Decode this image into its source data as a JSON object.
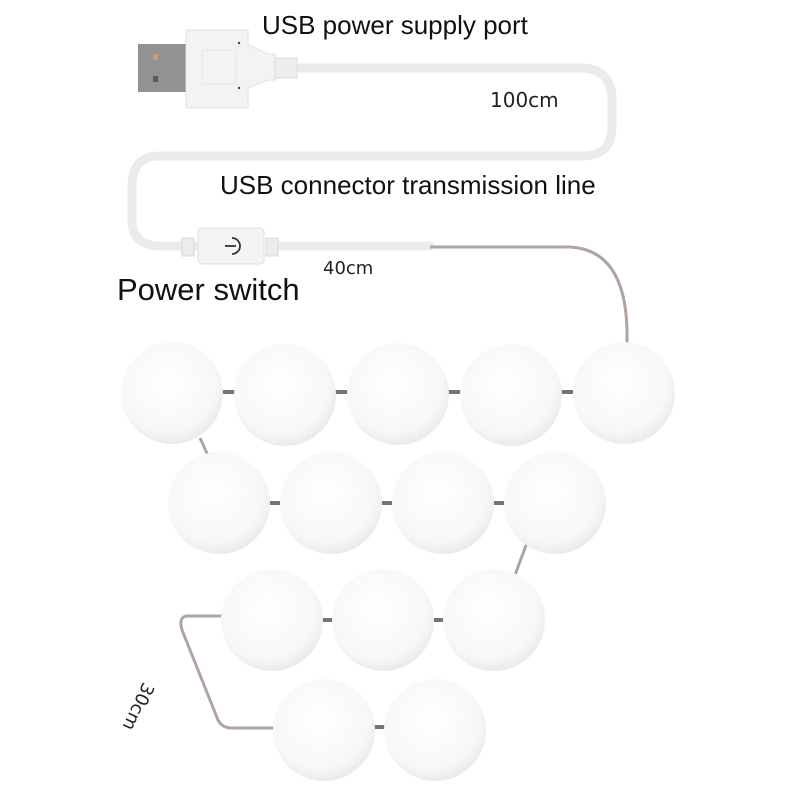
{
  "labels": {
    "usb_port": "USB power supply port",
    "length_100": "100cm",
    "transmission_line": "USB connector transmission line",
    "length_40": "40cm",
    "power_switch": "Power switch",
    "length_30": "30cm"
  },
  "icons": {
    "usb_plug": "usb-plug-icon",
    "power": "power-button-icon"
  },
  "bulbs": {
    "rows": [
      5,
      4,
      3,
      2
    ],
    "total": 14
  },
  "colors": {
    "white_cable": "#ececec",
    "wire": "#b0a49c",
    "bulb": "#f7f8fa",
    "usb_metal": "#8f8f8f"
  }
}
